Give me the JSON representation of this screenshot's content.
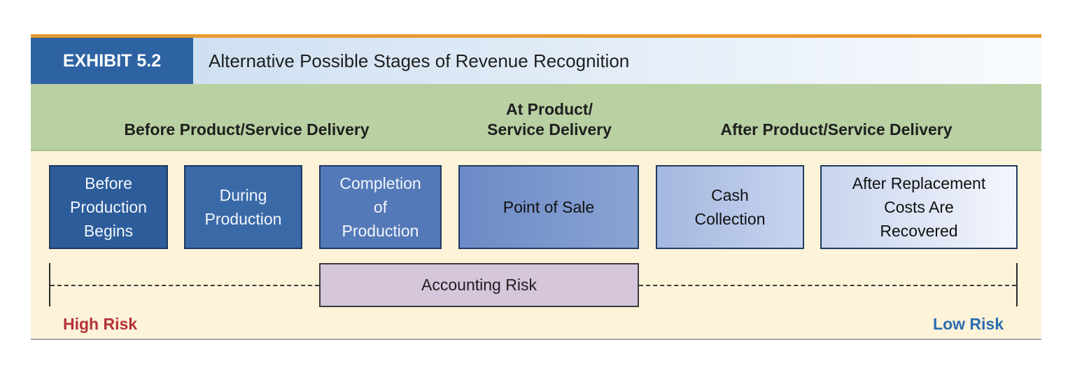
{
  "exhibit": {
    "tag": "EXHIBIT 5.2",
    "title": "Alternative Possible Stages of Revenue Recognition"
  },
  "phases": {
    "before": "Before Product/Service Delivery",
    "at": "At Product/\nService Delivery",
    "after": "After Product/Service Delivery"
  },
  "stages": [
    {
      "label": "Before\nProduction\nBegins"
    },
    {
      "label": "During\nProduction"
    },
    {
      "label": "Completion\nof\nProduction"
    },
    {
      "label": "Point of Sale"
    },
    {
      "label": "Cash\nCollection"
    },
    {
      "label": "After Replacement\nCosts Are\nRecovered"
    }
  ],
  "risk": {
    "center_label": "Accounting Risk",
    "left_label": "High Risk",
    "right_label": "Low Risk"
  },
  "colors": {
    "accent_orange": "#e8992f",
    "exhibit_blue": "#2d63a3",
    "phase_green": "#b9d0a2",
    "background_cream": "#fdf3d9",
    "high_risk_red": "#b5303c",
    "low_risk_blue": "#2b6cb0",
    "risk_box_lavender": "#d5c6dc"
  }
}
